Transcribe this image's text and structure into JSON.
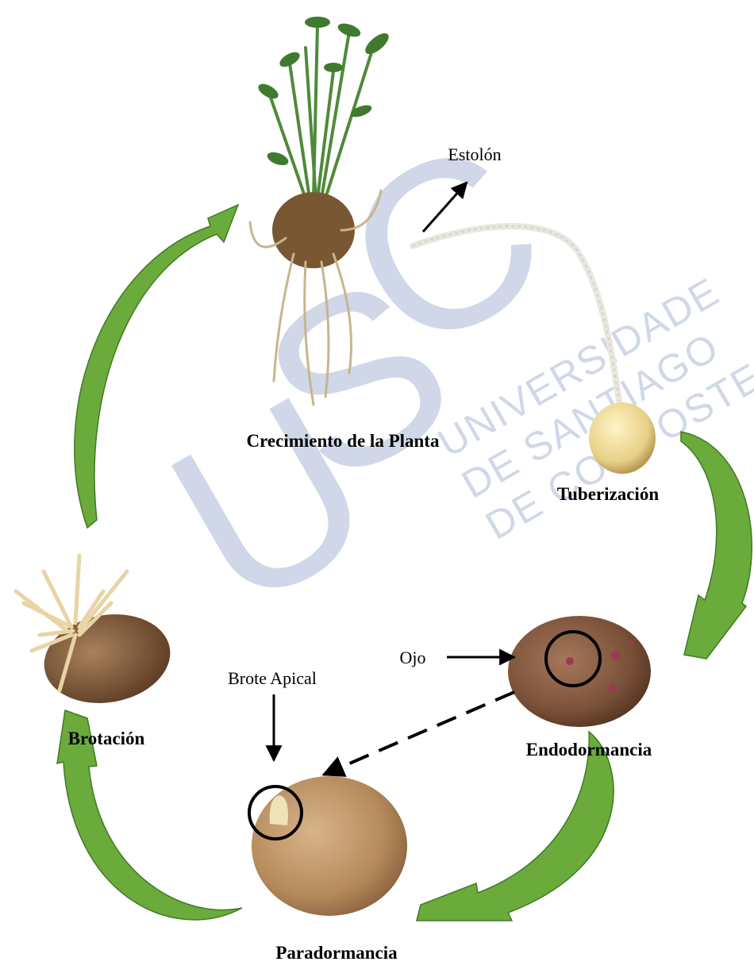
{
  "watermark": {
    "letters": [
      "U",
      "S",
      "C"
    ],
    "lines": [
      "UNIVERSIDADE",
      "DE SANTIAGO",
      "DE COMPOSTELA"
    ],
    "color": "#aab8d6"
  },
  "stages": {
    "crecimiento": "Crecimiento de la Planta",
    "tuberizacion": "Tuberización",
    "endodormancia": "Endodormancia",
    "paradormancia": "Paradormancia",
    "brotacion": "Brotación"
  },
  "annotations": {
    "estolon": "Estolón",
    "ojo": "Ojo",
    "brote_apical": "Brote Apical"
  },
  "colors": {
    "cycle_arrow": "#6aab3c",
    "cycle_arrow_dark": "#3f7a23",
    "tuber_skin": "#b98d5e",
    "annotation": "#000000"
  }
}
